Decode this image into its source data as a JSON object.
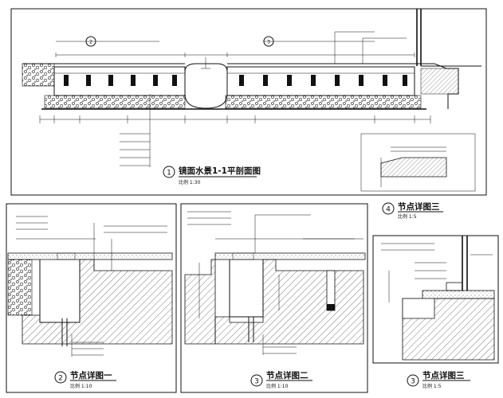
{
  "views": [
    {
      "id": "v1",
      "number": "1",
      "title": "镜面水景1-1平剖面图",
      "scale": "比例 1:30"
    },
    {
      "id": "v4",
      "number": "4",
      "title": "节点详图三",
      "scale": "比例 1:5"
    },
    {
      "id": "v2",
      "number": "2",
      "title": "节点详图一",
      "scale": "比例 1:10"
    },
    {
      "id": "v3",
      "number": "3",
      "title": "节点详图二",
      "scale": "比例 1:10"
    },
    {
      "id": "v5",
      "number": "3",
      "title": "节点详图三",
      "scale": "比例 1:5"
    }
  ],
  "callouts": {
    "a": "2",
    "b": "3"
  }
}
